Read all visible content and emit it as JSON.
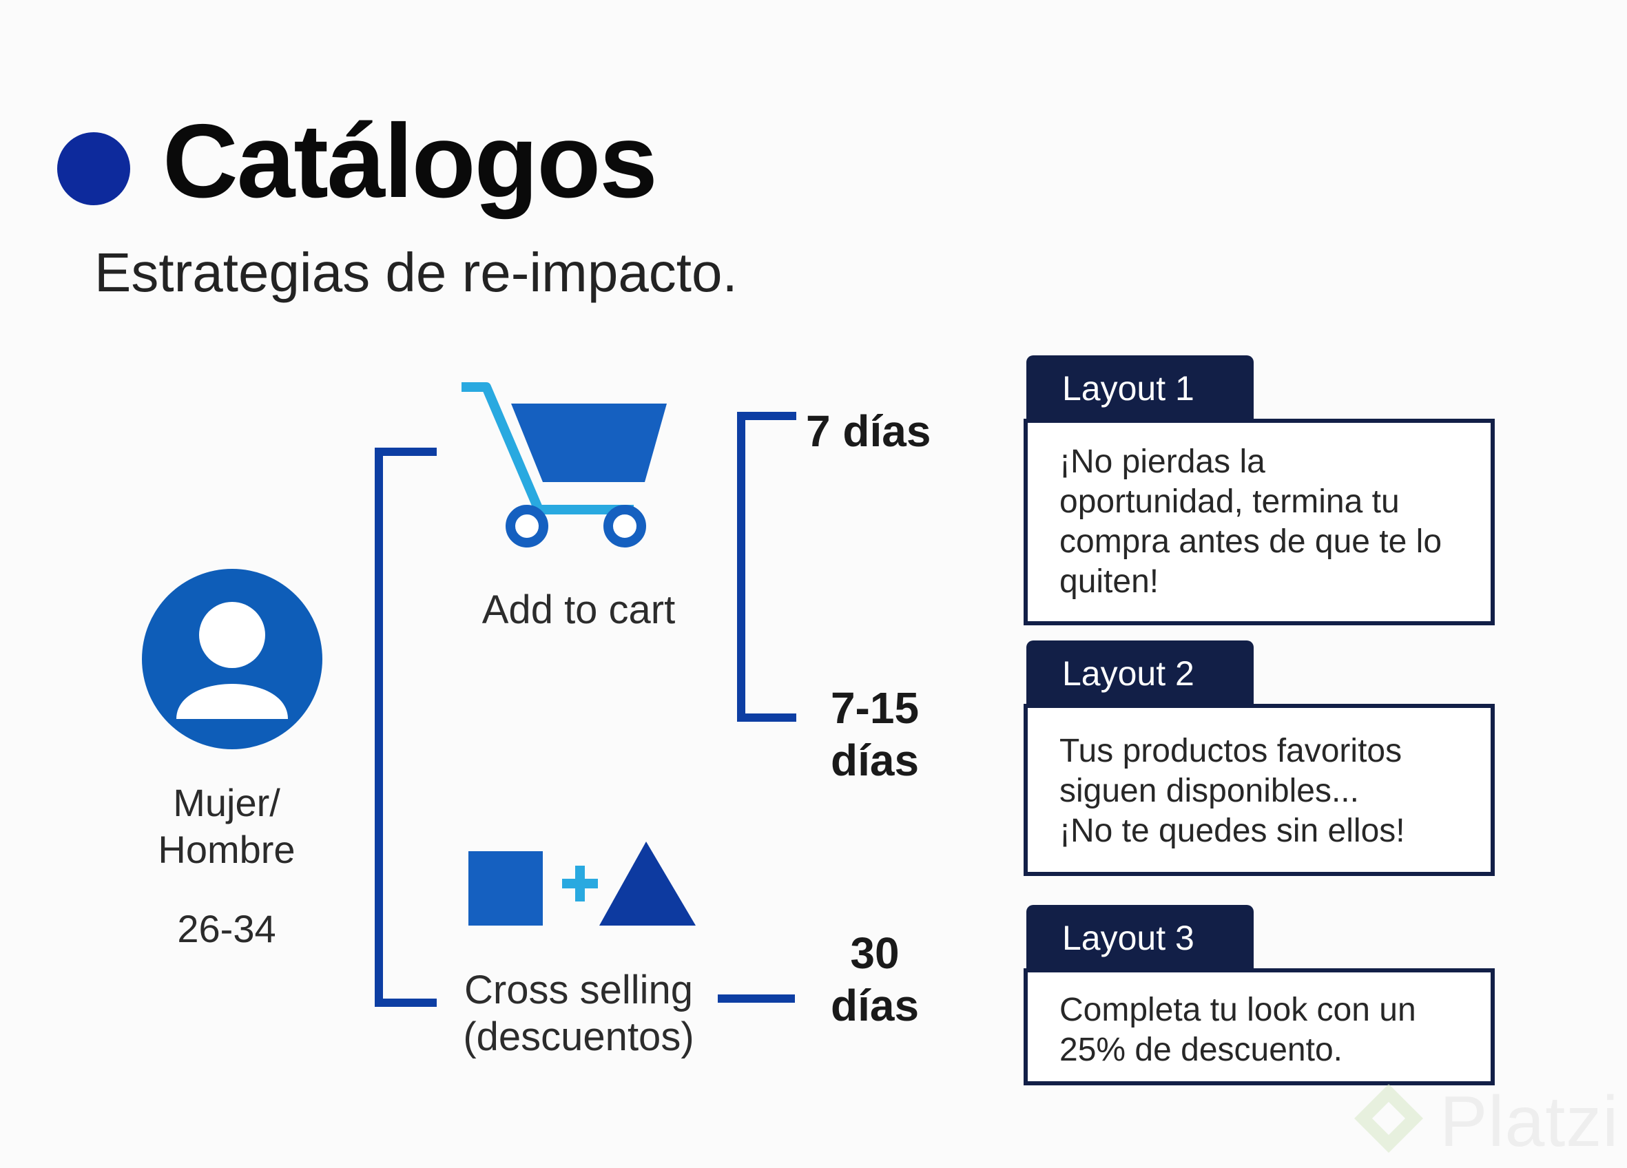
{
  "header": {
    "title": "Catálogos",
    "subtitle": "Estrategias de re-impacto."
  },
  "persona": {
    "icon": "user-avatar-icon",
    "gender_line1": "Mujer/",
    "gender_line2": "Hombre",
    "age": "26-34"
  },
  "branches": {
    "add_to_cart": {
      "icon": "shopping-cart-icon",
      "label": "Add to cart"
    },
    "cross_selling": {
      "icon": "square-plus-triangle-icon",
      "label_line1": "Cross selling",
      "label_line2": "(descuentos)"
    }
  },
  "timings": {
    "t1": "7 días",
    "t2_line1": "7-15",
    "t2_line2": "días",
    "t3_line1": "30",
    "t3_line2": "días"
  },
  "layouts": [
    {
      "tab": "Layout 1",
      "lines": [
        "¡No pierdas la",
        "oportunidad, termina tu",
        "compra antes de que te lo",
        "quiten!"
      ]
    },
    {
      "tab": "Layout 2",
      "lines": [
        "Tus productos favoritos",
        "siguen disponibles...",
        "¡No te quedes sin ellos!"
      ]
    },
    {
      "tab": "Layout 3",
      "lines": [
        "Completa tu look con un",
        "25% de descuento."
      ]
    }
  ],
  "watermark": {
    "text": "Platzi",
    "icon": "platzi-logo-icon"
  },
  "colors": {
    "bullet": "#0d2a9c",
    "avatar": "#0e5db8",
    "cart_body": "#1560c0",
    "cart_handle": "#29a9e0",
    "bracket": "#0d3ea3",
    "square": "#1560c0",
    "plus": "#29a9e0",
    "triangle": "#0d3aa0",
    "layout_dark": "#121f47"
  }
}
